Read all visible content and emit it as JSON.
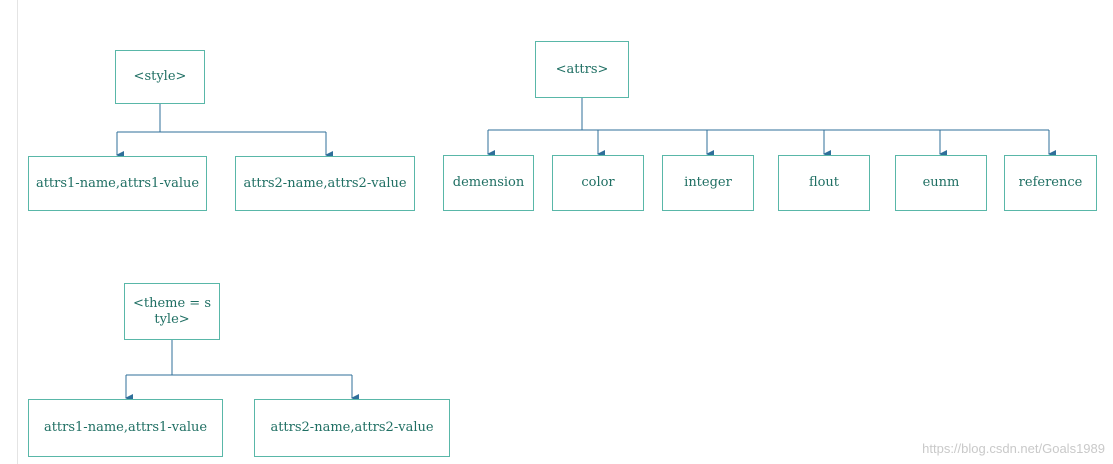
{
  "diagrams": {
    "style_tree": {
      "root": "<style>",
      "children": [
        "attrs1-name,attrs1-value",
        "attrs2-name,attrs2-value"
      ]
    },
    "attrs_tree": {
      "root": "<attrs>",
      "children": [
        "demension",
        "color",
        "integer",
        "flout",
        "eunm",
        "reference"
      ]
    },
    "theme_tree": {
      "root": "<theme = style>",
      "children": [
        "attrs1-name,attrs1-value",
        "attrs2-name,attrs2-value"
      ]
    }
  },
  "watermark": "https://blog.csdn.net/Goals1989",
  "colors": {
    "box_border": "#59b7a8",
    "box_text": "#1f6f63",
    "connector": "#2f6f9a"
  }
}
